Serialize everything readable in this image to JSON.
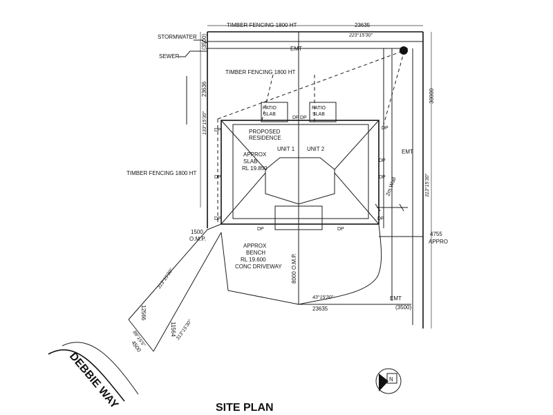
{
  "title": "SITE PLAN",
  "street": "DEBBIE WAY",
  "north_label": "N",
  "labels": {
    "timber_fence_top": "TIMBER FENCING 1800 HT",
    "timber_fence_mid": "TIMBER FENCING 1800 HT",
    "timber_fence_left": "TIMBER FENCING 1800 HT",
    "stormwater": "STORMWATER",
    "sewer": "SEWER",
    "patio_left_1": "PATIO",
    "patio_left_2": "SLAB",
    "patio_right_1": "PATIO",
    "patio_right_2": "SLAB",
    "proposed_1": "PROPOSED",
    "proposed_2": "RESIDENCE",
    "unit1": "UNIT 1",
    "unit2": "UNIT 2",
    "slab_1": "APPROX",
    "slab_2": "SLAB",
    "slab_3": "RL 19.850",
    "bench_1": "APPROX",
    "bench_2": "BENCH",
    "bench_3": "RL 19.600",
    "bench_4": "CONC DRIVEWAY",
    "wall": "2m Wall",
    "omp_left_1": "1500",
    "omp_left_2": "O.M.P.",
    "omp_drive": "8000 O.M.P.",
    "appro_1": "4755",
    "appro_2": "APPRO"
  },
  "dimensions": {
    "top_length": "23635",
    "top_bearing": "223°15'30\"",
    "bottom_length": "23635",
    "bottom_bearing": "43°15'30\"",
    "right_length": "30000",
    "right_bearing": "313°15'30\"",
    "left_length": "23636",
    "left_bearing": "133°15'30\"",
    "corner_top": "(3500)",
    "corner_bottom": "(3500)",
    "easement_1": "EMT",
    "easement_2": "EMT",
    "easement_3": "EMT",
    "drive_len_1": "12566",
    "drive_bear_1": "313°15'30\"",
    "drive_len_2": "11564",
    "drive_bear_2": "313°15'30\"",
    "drive_width": "4500",
    "drive_bear_3": "88°15'5\""
  },
  "downpipes": [
    "DP",
    "DP",
    "DP",
    "DP",
    "DP",
    "DP",
    "DP",
    "DP",
    "DP",
    "DP",
    "DP"
  ]
}
